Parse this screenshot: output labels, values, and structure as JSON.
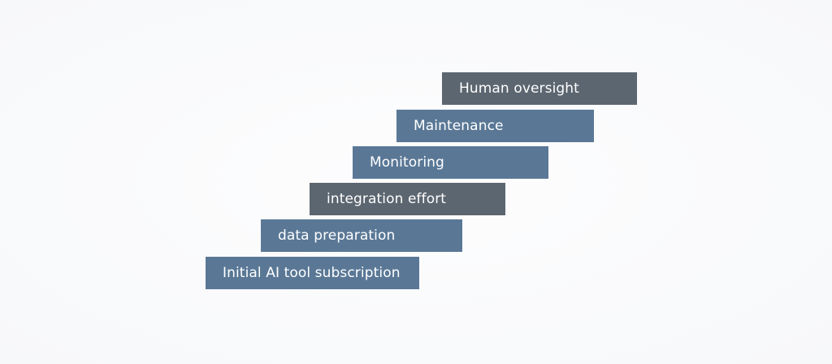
{
  "diagram": {
    "steps": [
      {
        "label": "Initial AI tool subscription",
        "color": "#5a7896"
      },
      {
        "label": "data preparation",
        "color": "#5a7896"
      },
      {
        "label": "integration effort",
        "color": "#5c6670"
      },
      {
        "label": "Monitoring",
        "color": "#5a7896"
      },
      {
        "label": "Maintenance",
        "color": "#5a7896"
      },
      {
        "label": "Human oversight",
        "color": "#5c6670"
      }
    ]
  }
}
